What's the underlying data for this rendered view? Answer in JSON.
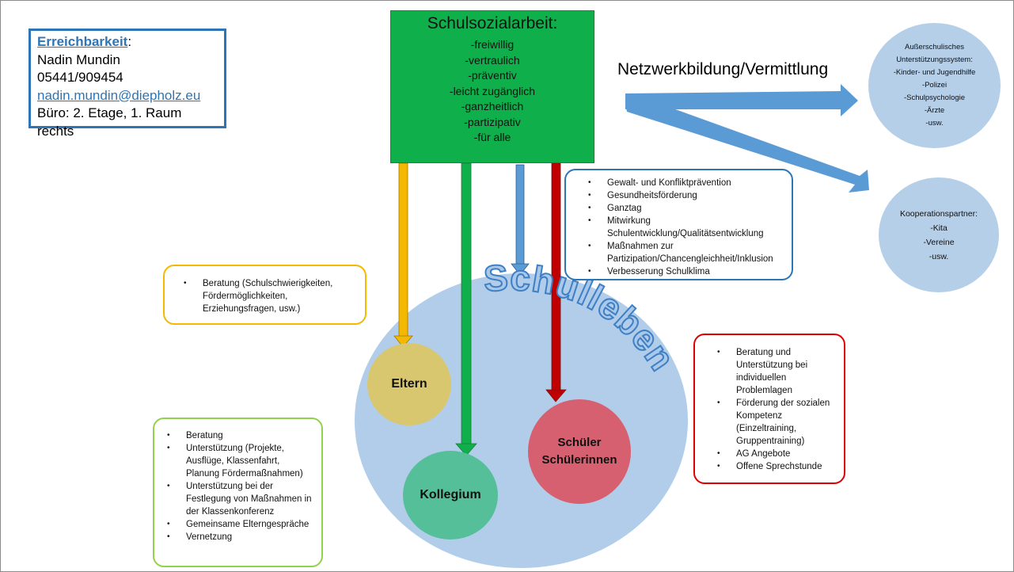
{
  "contact": {
    "title": "Erreichbarkeit",
    "title_suffix": ":",
    "name": "Nadin Mundin",
    "phone": "05441/909454",
    "email": "nadin.mundin@diepholz.eu",
    "office": "Büro: 2. Etage, 1. Raum rechts"
  },
  "main": {
    "heading": "Schulsozialarbeit:",
    "items": [
      "-freiwillig",
      "-vertraulich",
      "-präventiv",
      "-leicht zugänglich",
      "-ganzheitlich",
      "-partizipativ",
      "-für alle"
    ]
  },
  "network_label": "Netzwerkbildung/Vermittlung",
  "external": {
    "lines": [
      "Außerschulisches",
      "Unterstützungssystem:",
      "-Kinder- und Jugendhilfe",
      "-Polizei",
      "-Schulpsychologie",
      "-Ärzte",
      "-usw."
    ]
  },
  "cooperation": {
    "lines": [
      "Kooperationspartner:",
      "-Kita",
      "-Vereine",
      "-usw."
    ]
  },
  "school_life": "Schulleben",
  "nodes": {
    "parents": "Eltern",
    "staff": "Kollegium",
    "students_1": "Schüler",
    "students_2": "Schülerinnen"
  },
  "school_box": {
    "items": [
      "Gewalt- und Konfliktprävention",
      "Gesundheitsförderung",
      "Ganztag",
      "Mitwirkung Schulentwicklung/Qualitätsentwicklung",
      "Maßnahmen zur Partizipation/Chancengleichheit/Inklusion",
      "Verbesserung Schulklima"
    ]
  },
  "parents_box": {
    "items": [
      "Beratung (Schulschwierigkeiten, Fördermöglichkeiten, Erziehungsfragen, usw.)"
    ]
  },
  "staff_box": {
    "items": [
      "Beratung",
      "Unterstützung (Projekte, Ausflüge, Klassenfahrt, Planung Fördermaßnahmen)",
      "Unterstützung bei der Festlegung von Maßnahmen in der Klassenkonferenz",
      "Gemeinsame Elterngespräche",
      "Vernetzung"
    ]
  },
  "students_box": {
    "items": [
      "Beratung und Unterstützung bei individuellen Problemlagen",
      "Förderung der sozialen Kompetenz (Einzeltraining, Gruppentraining)",
      "AG Angebote",
      "Offene Sprechstunde"
    ]
  },
  "colors": {
    "main_green": "#0fb04b",
    "blue": "#2e75b6",
    "light_blue": "#b1cde9",
    "yellow": "#f5b800",
    "red": "#c00000",
    "green_border": "#92d050",
    "eltern": "#d8c76e",
    "kollegium": "#55bf99",
    "schueler": "#d6606f"
  }
}
